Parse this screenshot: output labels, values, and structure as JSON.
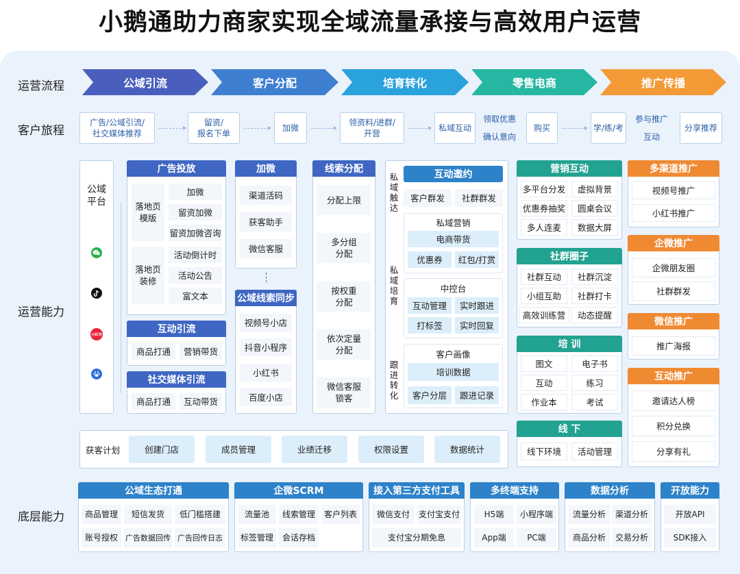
{
  "title": "小鹅通助力商家实现全域流量承接与高效用户运营",
  "row_labels": {
    "process": "运营流程",
    "journey": "客户旅程",
    "capability": "运营能力",
    "base": "底层能力"
  },
  "process": [
    "公域引流",
    "客户分配",
    "培育转化",
    "零售电商",
    "推广传播"
  ],
  "colors": {
    "process": [
      "#4a5fbd",
      "#3f7fd1",
      "#2aa2dc",
      "#26b7a2",
      "#f39a37"
    ]
  },
  "journey": {
    "j1": "广告/公域引流/\n社交媒体推荐",
    "j2": "留资/\n报名下单",
    "j3": "加微",
    "j4": "领资料/进群/\n开营",
    "j5": "私域互动",
    "j6a": "领取优惠",
    "j6b": "确认意向",
    "j7": "购买",
    "j8": "学/练/考",
    "j9a": "参与推广",
    "j9b": "互动",
    "j10": "分享推荐"
  },
  "public_platform": {
    "label": "公域\n平台",
    "icons": [
      "wechat-icon",
      "douyin-icon",
      "xiaohongshu-icon",
      "baidu-icon"
    ],
    "xhs_text": "小红书"
  },
  "ad": {
    "title": "广告投放",
    "landing_template": "落地页\n模版",
    "landing_decor": "落地页\n装修",
    "items": [
      "加微",
      "留资加微",
      "留资加微咨询",
      "活动倒计时",
      "活动公告",
      "富文本"
    ]
  },
  "interact_flow": {
    "title": "互动引流",
    "items": [
      "商品打通",
      "营销带货"
    ]
  },
  "social_flow": {
    "title": "社交媒体引流",
    "items": [
      "商品打通",
      "互动带货"
    ]
  },
  "addwx": {
    "title": "加微",
    "items": [
      "渠道活码",
      "获客助手",
      "微信客服"
    ]
  },
  "lead_sync": {
    "title": "公域线索同步",
    "items": [
      "视频号小店",
      "抖音小程序",
      "小红书",
      "百度小店"
    ]
  },
  "lead_assign": {
    "title": "线索分配",
    "items": [
      "分配上限",
      "多分组\n分配",
      "按权重\n分配",
      "依次定量\n分配",
      "微信客服\n锁客"
    ]
  },
  "private": {
    "touch_label": "私\n域\n触\n达",
    "nurture_label": "私\n域\n培\n育",
    "follow_label": "跟\n进\n转\n化",
    "invite_title": "互动邀约",
    "invite_items": [
      "客户群发",
      "社群群发"
    ],
    "marketing_title": "私域营销",
    "marketing_items": [
      "电商带货",
      "优惠券",
      "红包/打赏"
    ],
    "console_title": "中控台",
    "console_items": [
      "互动管理",
      "实时跟进",
      "打标签",
      "实时回复"
    ],
    "portrait_title": "客户画像",
    "portrait_items": [
      "培训数据",
      "客户分层",
      "跟进记录"
    ]
  },
  "marketing": {
    "title": "营销互动",
    "items": [
      "多平台分发",
      "虚拟背景",
      "优惠券抽奖",
      "圆桌会议",
      "多人连麦",
      "数据大屏"
    ]
  },
  "community": {
    "title": "社群圈子",
    "items": [
      "社群互动",
      "社群沉淀",
      "小组互助",
      "社群打卡",
      "高效训练营",
      "动态提醒"
    ]
  },
  "training": {
    "title": "培 训",
    "items": [
      "图文",
      "电子书",
      "互动",
      "练习",
      "作业本",
      "考试"
    ]
  },
  "offline": {
    "title": "线 下",
    "items": [
      "线下环境",
      "活动管理"
    ]
  },
  "promo": [
    {
      "title": "多渠道推广",
      "items": [
        "视频号推广",
        "小红书推广"
      ]
    },
    {
      "title": "企微推广",
      "items": [
        "企微朋友圈",
        "社群群发"
      ]
    },
    {
      "title": "微信推广",
      "items": [
        "推广海报"
      ]
    },
    {
      "title": "互动推广",
      "items": [
        "邀请达人榜",
        "积分兑换",
        "分享有礼"
      ]
    }
  ],
  "acquire": {
    "label": "获客计划",
    "items": [
      "创建门店",
      "成员管理",
      "业绩迁移",
      "权限设置",
      "数据统计"
    ]
  },
  "base": [
    {
      "title": "公域生态打通",
      "items": [
        "商品管理",
        "短信发货",
        "低门槛搭建",
        "账号授权",
        "广告数据回传",
        "广告回传日志"
      ]
    },
    {
      "title": "企微SCRM",
      "items": [
        "流量池",
        "线索管理",
        "客户列表",
        "标签管理",
        "会话存档"
      ]
    },
    {
      "title": "接入第三方支付工具",
      "items": [
        "微信支付",
        "支付宝支付",
        "支付宝分期免息"
      ]
    },
    {
      "title": "多终端支持",
      "items": [
        "H5端",
        "小程序端",
        "App端",
        "PC端"
      ]
    },
    {
      "title": "数据分析",
      "items": [
        "流量分析",
        "渠道分析",
        "商品分析",
        "交易分析"
      ]
    },
    {
      "title": "开放能力",
      "items": [
        "开放API",
        "SDK接入"
      ]
    }
  ]
}
